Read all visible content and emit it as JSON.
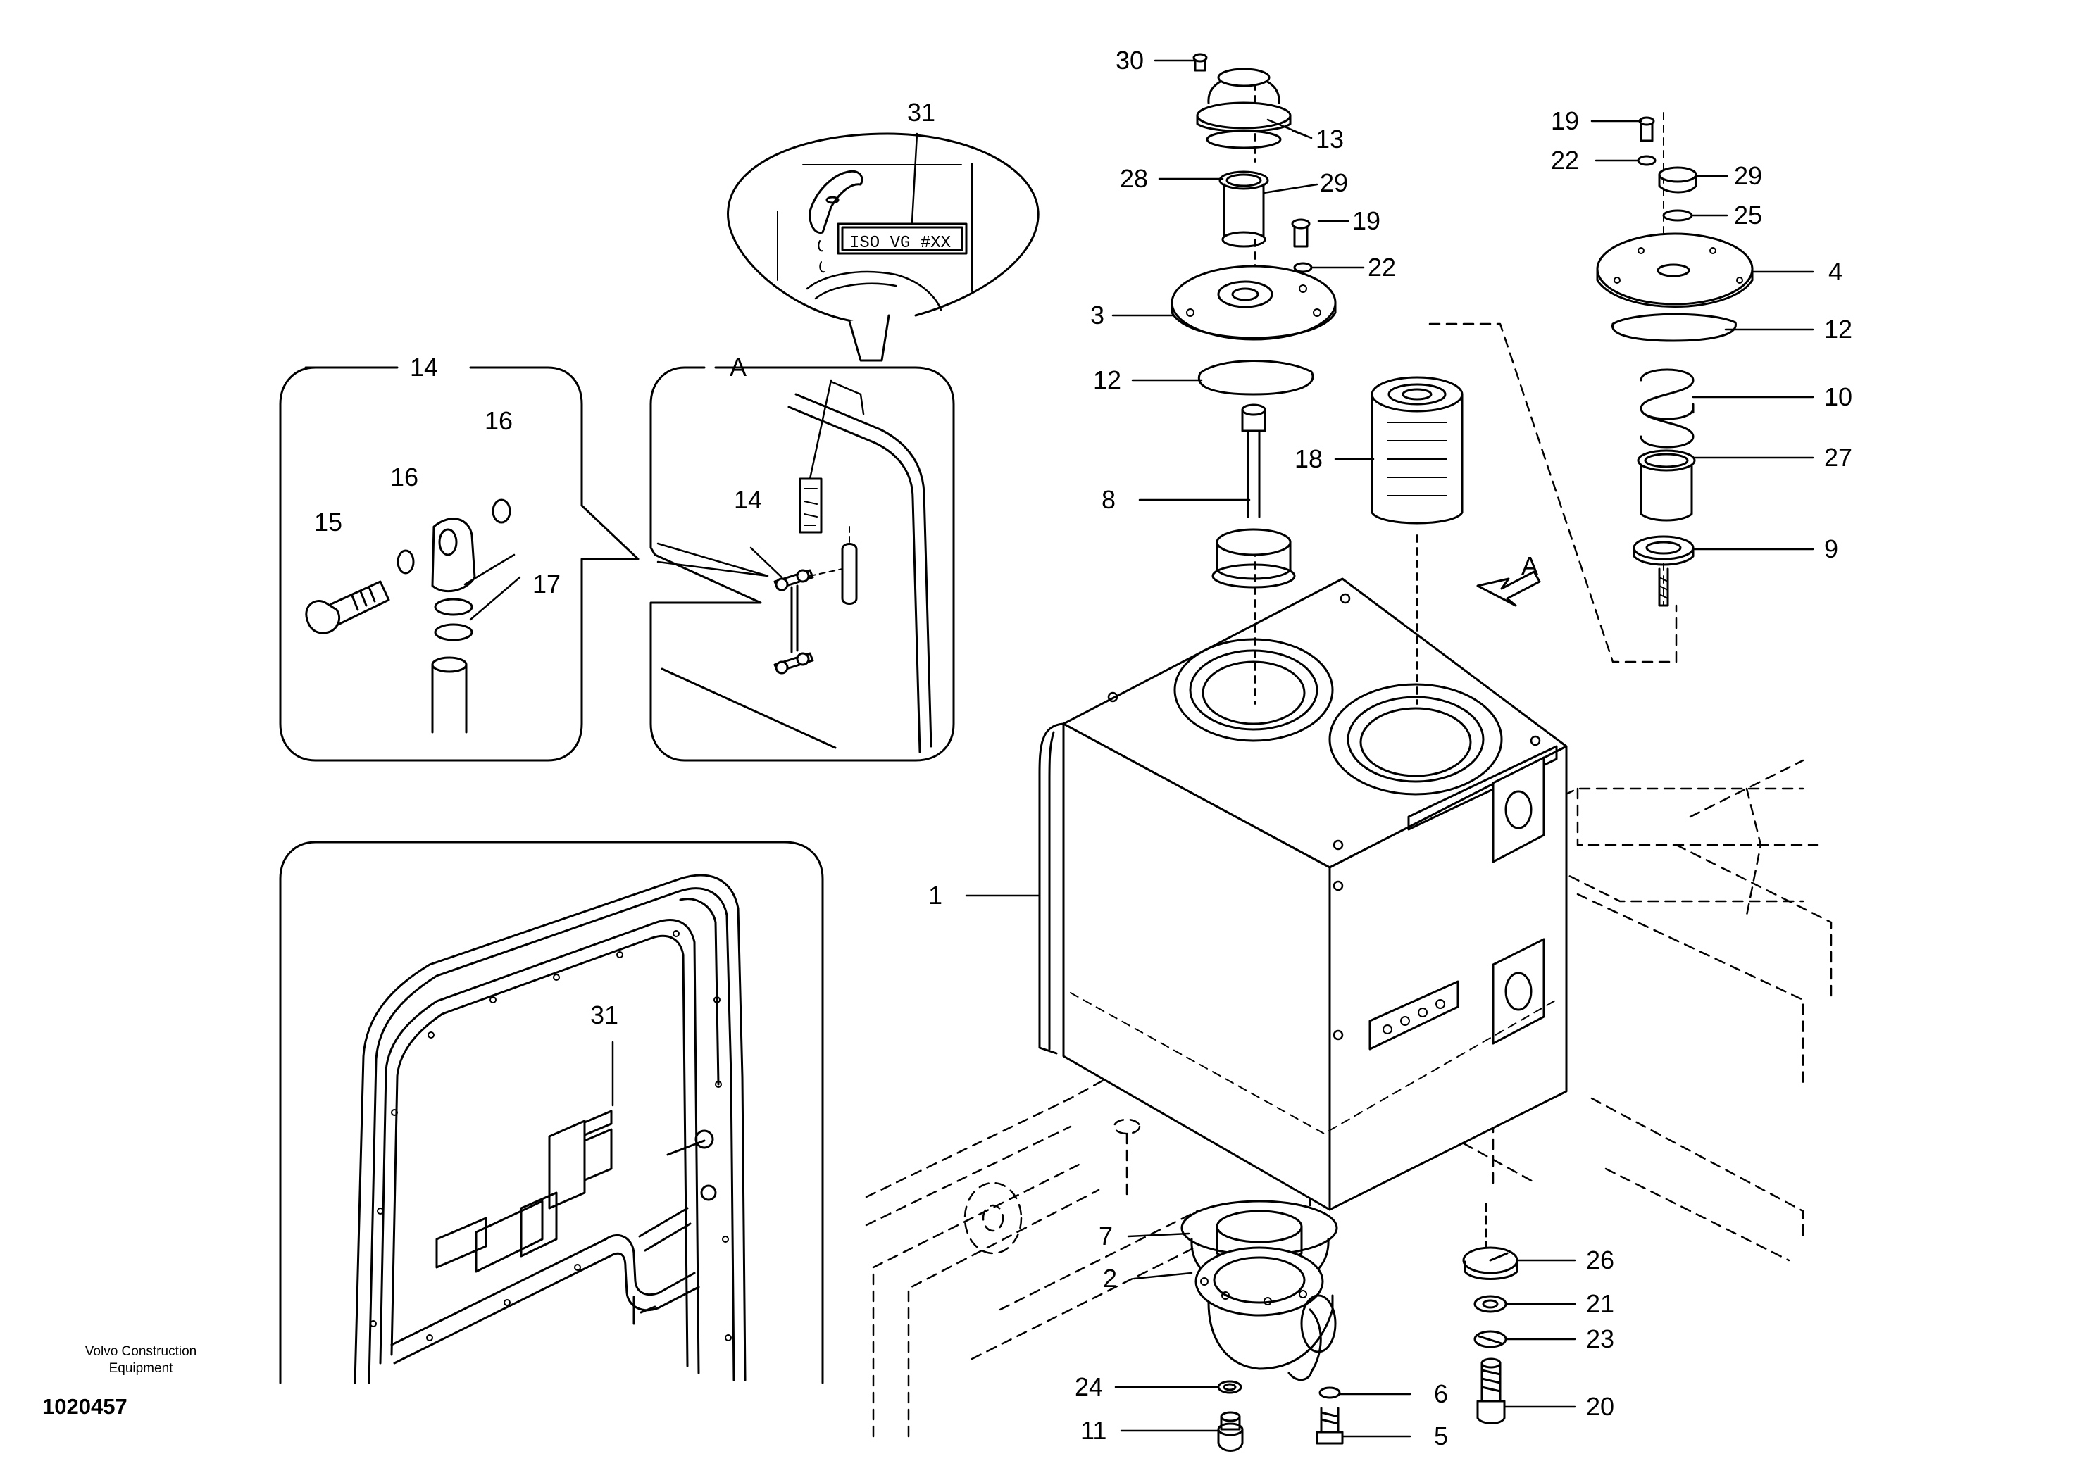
{
  "labels": {
    "p1": "1",
    "p2": "2",
    "p3": "3",
    "p4": "4",
    "p5": "5",
    "p6": "6",
    "p7": "7",
    "p8": "8",
    "p9": "9",
    "p10": "10",
    "p11": "11",
    "p12a": "12",
    "p12b": "12",
    "p13": "13",
    "p14a": "14",
    "p14b": "14",
    "p15": "15",
    "p16a": "16",
    "p16b": "16",
    "p17": "17",
    "p18": "18",
    "p19a": "19",
    "p19b": "19",
    "p20": "20",
    "p21": "21",
    "p22a": "22",
    "p22b": "22",
    "p23": "23",
    "p24": "24",
    "p25": "25",
    "p26": "26",
    "p27": "27",
    "p28": "28",
    "p29a": "29",
    "p29b": "29",
    "p30": "30",
    "p31a": "31",
    "p31b": "31",
    "viewA": "A",
    "arrowA": "A"
  },
  "decal_text": "ISO VG #XX",
  "footer": {
    "company_line1": "Volvo Construction",
    "company_line2": "Equipment",
    "drawing_number": "1020457"
  }
}
